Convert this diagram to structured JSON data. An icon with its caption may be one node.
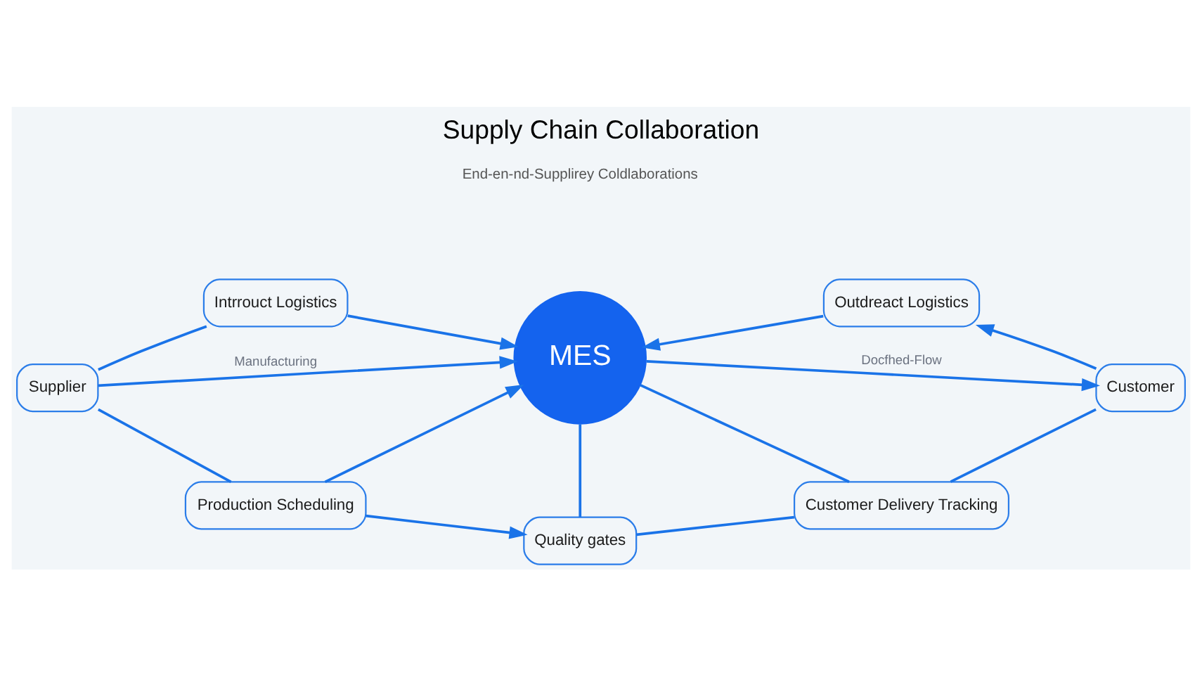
{
  "diagram": {
    "title": "Supply Chain Collaboration",
    "nodes": [
      {
        "text": [
          "MES"
        ]
      },
      {
        "text": [
          "Intrrouct Logistics"
        ]
      },
      {
        "text": [
          "Supplier"
        ]
      },
      {
        "text": [
          "Production Scheduling"
        ]
      },
      {
        "text": [
          "Quality gates"
        ]
      },
      {
        "text": [
          "Customer Delivery Tracking"
        ]
      },
      {
        "text": [
          "Customer"
        ]
      },
      {
        "text": [
          "Outdreact Logistics"
        ]
      }
    ],
    "edges": [
      {
        "from": 2,
        "to": 1,
        "arrow": "none"
      },
      {
        "from": 1,
        "to": 0,
        "arrow": "to"
      },
      {
        "from": 2,
        "to": 0,
        "arrow": "to",
        "label": "Manufacturing"
      },
      {
        "from": 2,
        "to": 3,
        "arrow": "none"
      },
      {
        "from": 3,
        "to": 0,
        "arrow": "to"
      },
      {
        "from": 3,
        "to": 4,
        "arrow": "to"
      },
      {
        "from": 0,
        "to": 4,
        "arrow": "none"
      },
      {
        "from": 0,
        "to": 5,
        "arrow": "none"
      },
      {
        "from": 4,
        "to": 5,
        "arrow": "none"
      },
      {
        "from": 5,
        "to": 6,
        "arrow": "none"
      },
      {
        "from": 0,
        "to": 6,
        "arrow": "to",
        "label": "Docfhed-Flow"
      },
      {
        "from": 6,
        "to": 7,
        "arrow": "to"
      },
      {
        "from": 7,
        "to": 0,
        "arrow": "to"
      }
    ],
    "labels": [
      "End-en-nd-Supplirey Coldlaborations"
    ]
  }
}
